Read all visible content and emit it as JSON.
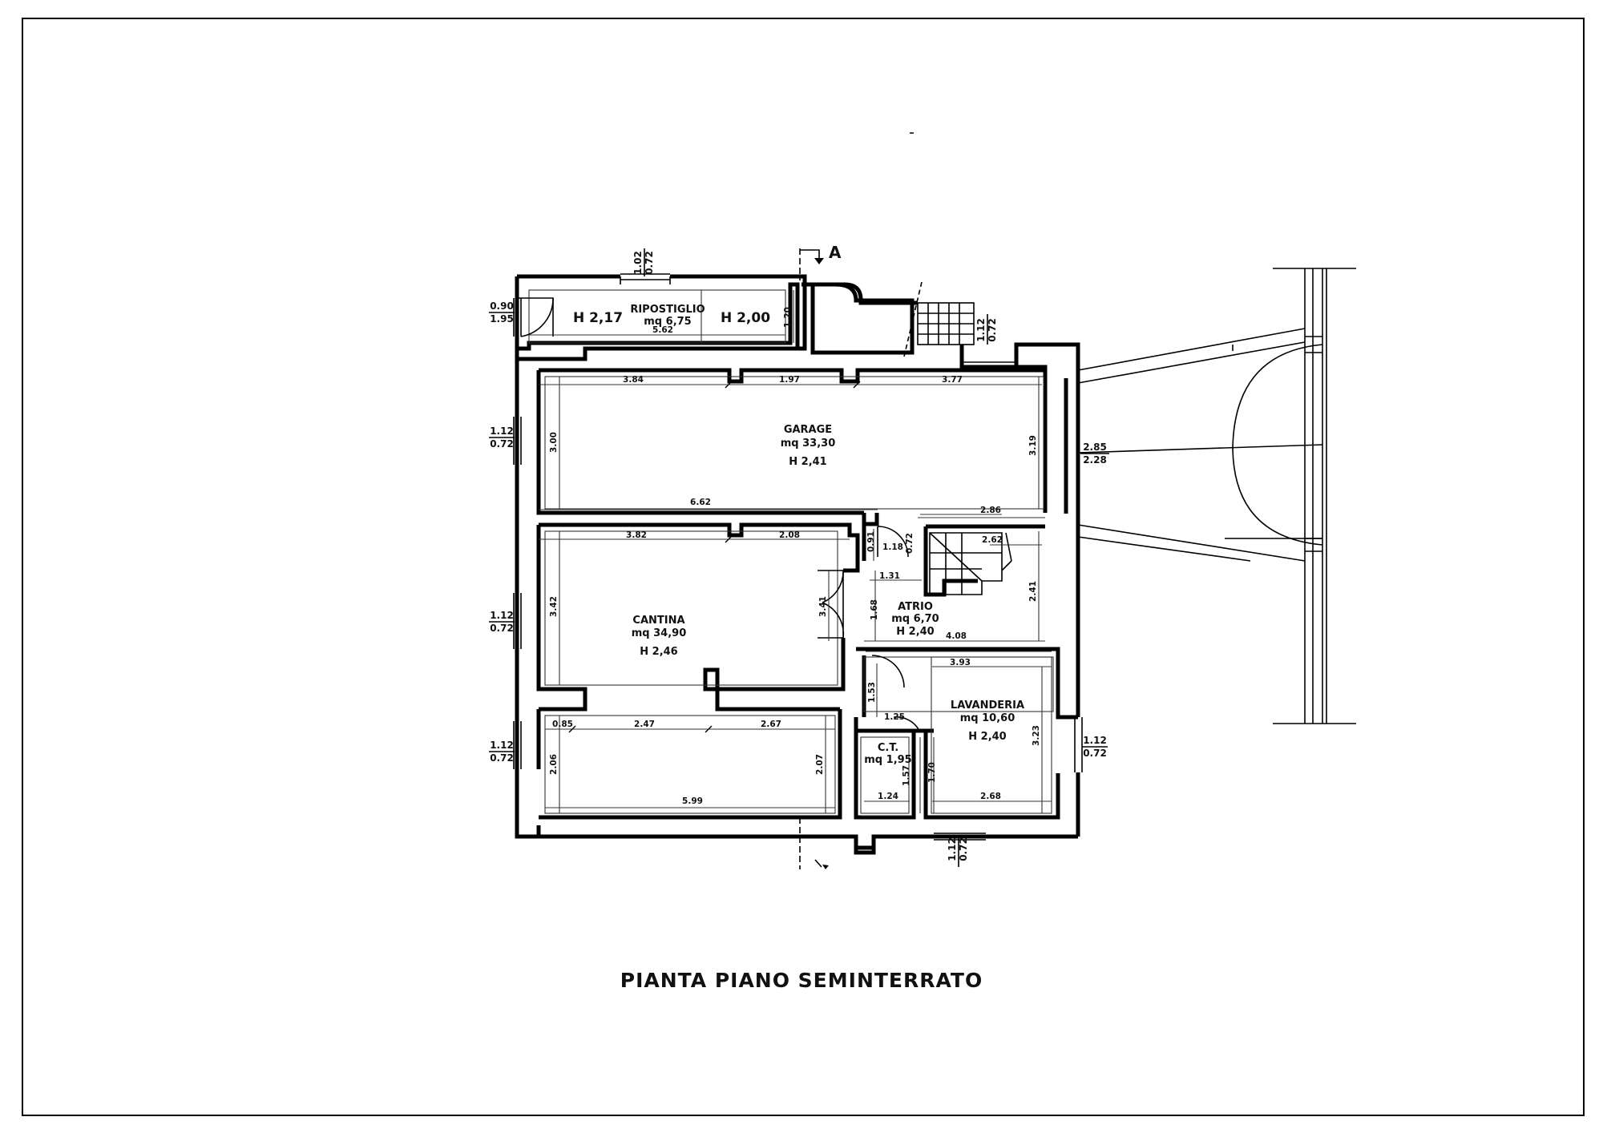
{
  "title": "PIANTA PIANO SEMINTERRATO",
  "section_marker": "A",
  "rooms": {
    "ripostiglio": {
      "name": "RIPOSTIGLIO",
      "area": "mq 6,75",
      "height_left": "H 2,17",
      "height_right": "H 2,00"
    },
    "garage": {
      "name": "GARAGE",
      "area": "mq 33,30",
      "height": "H 2,41"
    },
    "cantina": {
      "name": "CANTINA",
      "area": "mq 34,90",
      "height": "H 2,46"
    },
    "atrio": {
      "name": "ATRIO",
      "area": "mq 6,70",
      "height": "H 2,40"
    },
    "lavanderia": {
      "name": "LAVANDERIA",
      "area": "mq 10,60",
      "height": "H 2,40"
    },
    "ct": {
      "name": "C.T.",
      "area": "mq 1,95"
    }
  },
  "windows": {
    "rip_top": [
      "1.02",
      "0.72"
    ],
    "rip_door": [
      "0.90",
      "1.95"
    ],
    "stair_top": [
      "1.12",
      "0.72"
    ],
    "garage_left": [
      "1.12",
      "0.72"
    ],
    "garage_door": [
      "2.85",
      "2.28"
    ],
    "cantina_left": [
      "1.12",
      "0.72"
    ],
    "lower_left": [
      "1.12",
      "0.72"
    ],
    "lav_right": [
      "1.12",
      "0.72"
    ],
    "lav_bottom": [
      "1.12",
      "0.72"
    ]
  },
  "dims": {
    "rip_width": "5.62",
    "rip_height": "1.20",
    "garage_a": "3.84",
    "garage_b": "1.97",
    "garage_c": "3.77",
    "garage_left_h": "3.00",
    "garage_right_h": "3.19",
    "garage_bottom": "6.62",
    "atrio_top": "2.86",
    "stair_w": "2.62",
    "d_091": "0.91",
    "d_072": "0.72",
    "d_118": "1.18",
    "d_131": "1.31",
    "cant_a": "3.82",
    "cant_b": "2.08",
    "cant_left": "3.42",
    "cant_right": "3.41",
    "atrio_h": "1.68",
    "atrio_right": "2.41",
    "atrio_bottom": "4.08",
    "lav_top": "3.93",
    "d_153": "1.53",
    "d_125": "1.25",
    "lav_right": "3.23",
    "d_170": "1.70",
    "lav_bottom": "2.68",
    "ct_h": "1.57",
    "ct_w": "1.24",
    "low_a": "0.85",
    "low_b": "2.47",
    "low_c": "2.67",
    "low_left": "2.06",
    "low_right": "2.07",
    "low_bottom": "5.99"
  }
}
